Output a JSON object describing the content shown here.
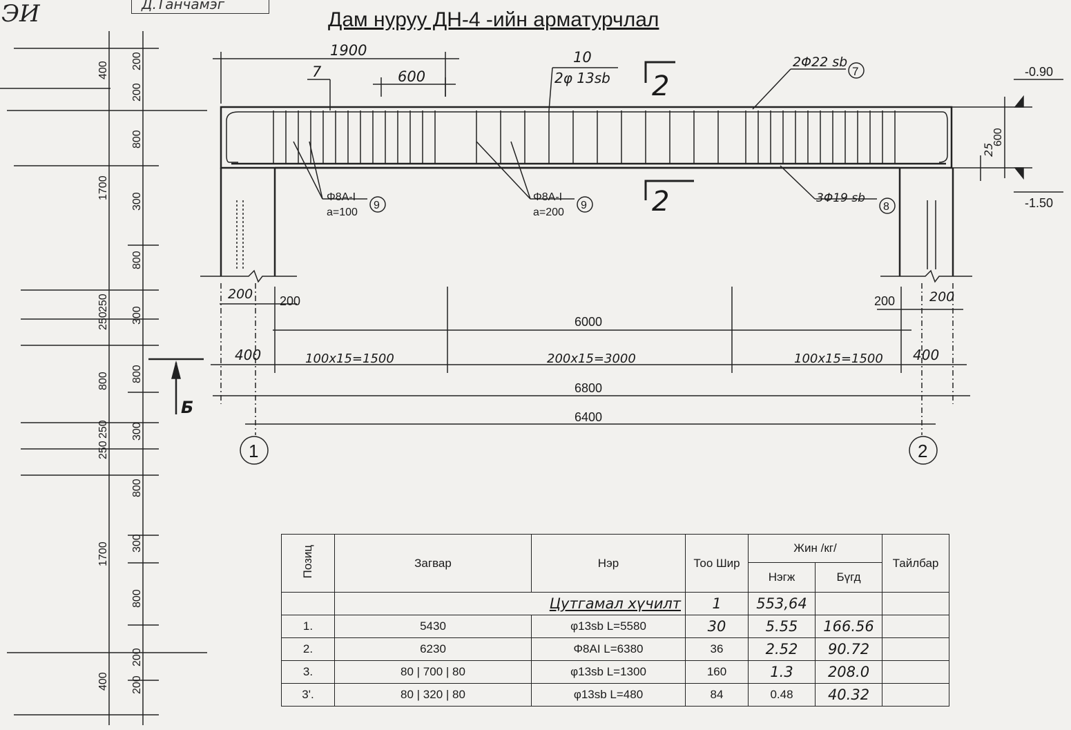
{
  "header": {
    "corner_mark": "ЭИ",
    "stamp_text": "Д.Танчамэг",
    "title": "Дам нуруу ДН-4 -ийн арматурчлал"
  },
  "drawing": {
    "top_dims": {
      "d1900": "1900",
      "d7": "7",
      "d600": "600",
      "d10": "10"
    },
    "rebar_top_label": "2φ 13sb",
    "rebar_7_label": "2Φ22 sb",
    "pos_7": "7",
    "section_mark": "2",
    "stirrup_left": {
      "type": "Φ8A-I",
      "spacing": "a=100",
      "pos": "9"
    },
    "stirrup_mid": {
      "type": "Φ8A-I",
      "spacing": "a=200",
      "pos": "9"
    },
    "rebar_8_label": "3Φ19 sb",
    "pos_8": "8",
    "elev_top": "-0.90",
    "elev_bot": "-1.50",
    "d600_right": "600",
    "d25": "25",
    "d200_a": "200",
    "d200_b": "200",
    "d200_c": "200",
    "d200_d": "200",
    "d6000": "6000",
    "d400_left": "400",
    "seg_left": "100x15=1500",
    "seg_mid": "200x15=3000",
    "seg_right": "100x15=1500",
    "d400_right": "400",
    "d6800": "6800",
    "d6400": "6400",
    "axis_1": "1",
    "axis_2": "2",
    "section_b": "Б"
  },
  "left_dims": {
    "outer": [
      "400",
      "1700",
      "250",
      "250",
      "800",
      "250",
      "250",
      "1700",
      "400"
    ],
    "inner": [
      "200",
      "200",
      "800",
      "300",
      "800",
      "300",
      "800",
      "300",
      "800",
      "300",
      "800",
      "200",
      "200"
    ]
  },
  "spec_table": {
    "headers": {
      "pos": "Позиц",
      "model": "Загвар",
      "name": "Нэр",
      "count": "Тоо Шир",
      "weight": "Жин /кг/",
      "unit": "Нэгж",
      "total": "Бүгд",
      "note": "Тайлбар"
    },
    "group_row": {
      "name": "Цутгамал хүчилт",
      "count": "1",
      "unit": "553,64"
    },
    "rows": [
      {
        "pos": "1.",
        "model": "5430",
        "name": "φ13sb  L=5580",
        "count": "30",
        "unit": "5.55",
        "total": "166.56"
      },
      {
        "pos": "2.",
        "model": "6230",
        "name": "Φ8AI L=6380",
        "count": "36",
        "unit": "2.52",
        "total": "90.72"
      },
      {
        "pos": "3.",
        "model": "80 | 700 | 80",
        "name": "φ13sb  L=1300",
        "count": "160",
        "unit": "1.3",
        "total": "208.0"
      },
      {
        "pos": "3'.",
        "model": "80 | 320 | 80",
        "name": "φ13sb  L=480",
        "count": "84",
        "unit": "0.48",
        "total": "40.32"
      }
    ]
  }
}
